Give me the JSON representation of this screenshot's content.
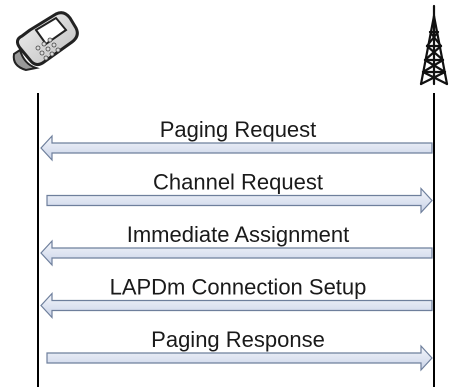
{
  "entities": [
    {
      "icon": "mobile-phone-icon"
    },
    {
      "icon": "cell-tower-icon"
    }
  ],
  "colors": {
    "arrow_fill_light": "#f4f6fb",
    "arrow_fill_dark": "#c9d3e8",
    "arrow_stroke": "#6e7f9c",
    "lifeline": "#000000"
  },
  "messages": [
    {
      "label": "Paging Request",
      "direction": "to-left"
    },
    {
      "label": "Channel Request",
      "direction": "to-right"
    },
    {
      "label": "Immediate Assignment",
      "direction": "to-left"
    },
    {
      "label": "LAPDm Connection Setup",
      "direction": "to-left"
    },
    {
      "label": "Paging Response",
      "direction": "to-right"
    }
  ]
}
